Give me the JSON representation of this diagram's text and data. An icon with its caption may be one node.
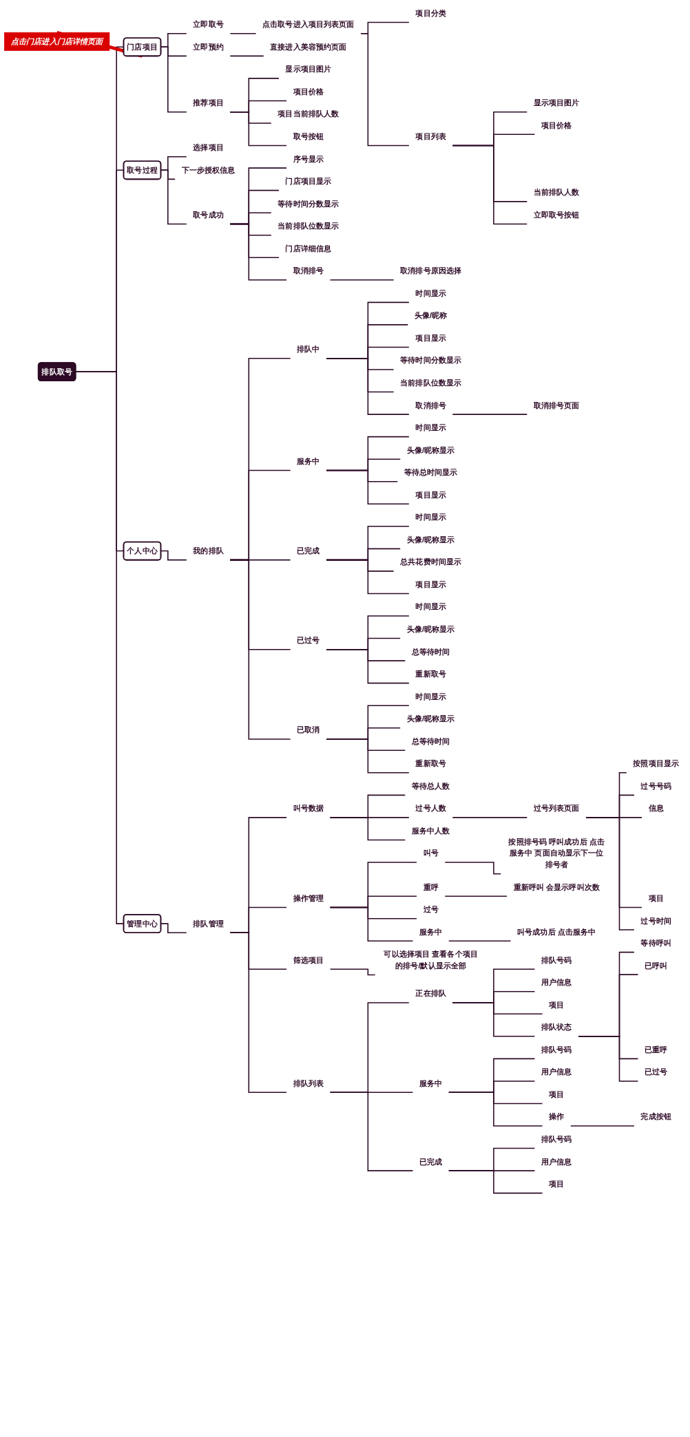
{
  "diagram": {
    "nodes": [
      {
        "text": [
          "排队取号"
        ]
      },
      {
        "text": [
          "门店项目"
        ]
      },
      {
        "text": [
          "点击门店进入门店详情页面"
        ]
      },
      {
        "text": [
          "立即取号"
        ]
      },
      {
        "text": [
          "点击取号进入项目列表页面"
        ]
      },
      {
        "text": [
          "项目分类"
        ]
      },
      {
        "text": [
          "项目列表"
        ]
      },
      {
        "text": [
          "显示项目图片"
        ]
      },
      {
        "text": [
          "项目价格"
        ]
      },
      {
        "text": [
          "当前排队人数"
        ]
      },
      {
        "text": [
          "立即取号按钮"
        ]
      },
      {
        "text": [
          "立即预约"
        ]
      },
      {
        "text": [
          "直接进入美容预约页面"
        ]
      },
      {
        "text": [
          "推荐项目"
        ]
      },
      {
        "text": [
          "显示项目图片"
        ]
      },
      {
        "text": [
          "项目价格"
        ]
      },
      {
        "text": [
          "项目当前排队人数"
        ]
      },
      {
        "text": [
          "取号按钮"
        ]
      },
      {
        "text": [
          "取号过程"
        ]
      },
      {
        "text": [
          "选择项目"
        ]
      },
      {
        "text": [
          "下一步授权信息"
        ]
      },
      {
        "text": [
          "取号成功"
        ]
      },
      {
        "text": [
          "序号显示"
        ]
      },
      {
        "text": [
          "门店项目显示"
        ]
      },
      {
        "text": [
          "等待时间分数显示"
        ]
      },
      {
        "text": [
          "当前排队位数显示"
        ]
      },
      {
        "text": [
          "门店详细信息"
        ]
      },
      {
        "text": [
          "取消排号"
        ]
      },
      {
        "text": [
          "取消排号原因选择"
        ]
      },
      {
        "text": [
          "个人中心"
        ]
      },
      {
        "text": [
          "我的排队"
        ]
      },
      {
        "text": [
          "排队中"
        ]
      },
      {
        "text": [
          "时间显示"
        ]
      },
      {
        "text": [
          "头像/昵称"
        ]
      },
      {
        "text": [
          "项目显示"
        ]
      },
      {
        "text": [
          "等待时间分数显示"
        ]
      },
      {
        "text": [
          "当前排队位数显示"
        ]
      },
      {
        "text": [
          "取消排号"
        ]
      },
      {
        "text": [
          "取消排号页面"
        ]
      },
      {
        "text": [
          "服务中"
        ]
      },
      {
        "text": [
          "时间显示"
        ]
      },
      {
        "text": [
          "头像/昵称显示"
        ]
      },
      {
        "text": [
          "等待总时间显示"
        ]
      },
      {
        "text": [
          "项目显示"
        ]
      },
      {
        "text": [
          "已完成"
        ]
      },
      {
        "text": [
          "时间显示"
        ]
      },
      {
        "text": [
          "头像/昵称显示"
        ]
      },
      {
        "text": [
          "总共花费时间显示"
        ]
      },
      {
        "text": [
          "项目显示"
        ]
      },
      {
        "text": [
          "已过号"
        ]
      },
      {
        "text": [
          "时间显示"
        ]
      },
      {
        "text": [
          "头像/昵称显示"
        ]
      },
      {
        "text": [
          "总等待时间"
        ]
      },
      {
        "text": [
          "重新取号"
        ]
      },
      {
        "text": [
          "已取消"
        ]
      },
      {
        "text": [
          "时间显示"
        ]
      },
      {
        "text": [
          "头像/昵称显示"
        ]
      },
      {
        "text": [
          "总等待时间"
        ]
      },
      {
        "text": [
          "重新取号"
        ]
      },
      {
        "text": [
          "管理中心"
        ]
      },
      {
        "text": [
          "排队管理"
        ]
      },
      {
        "text": [
          "叫号数据"
        ]
      },
      {
        "text": [
          "等待总人数"
        ]
      },
      {
        "text": [
          "过号人数"
        ]
      },
      {
        "text": [
          "过号列表页面"
        ]
      },
      {
        "text": [
          "按照项目显示"
        ]
      },
      {
        "text": [
          "过号号码"
        ]
      },
      {
        "text": [
          "信息"
        ]
      },
      {
        "text": [
          "项目"
        ]
      },
      {
        "text": [
          "过号时间"
        ]
      },
      {
        "text": [
          "服务中人数"
        ]
      },
      {
        "text": [
          "操作管理"
        ]
      },
      {
        "text": [
          "叫号"
        ]
      },
      {
        "text": [
          "按照排号码 呼叫成功后 点击服务中 页面自动显示下一位排号者"
        ]
      },
      {
        "text": [
          "重呼"
        ]
      },
      {
        "text": [
          "重新呼叫 会显示呼叫次数"
        ]
      },
      {
        "text": [
          "过号"
        ]
      },
      {
        "text": [
          "服务中"
        ]
      },
      {
        "text": [
          "叫号成功后 点击服务中"
        ]
      },
      {
        "text": [
          "筛选项目"
        ]
      },
      {
        "text": [
          "可以选择项目 查看各个项目的排号/默认显示全部"
        ]
      },
      {
        "text": [
          "排队列表"
        ]
      },
      {
        "text": [
          "正在排队"
        ]
      },
      {
        "text": [
          "排队号码"
        ]
      },
      {
        "text": [
          "用户信息"
        ]
      },
      {
        "text": [
          "项目"
        ]
      },
      {
        "text": [
          "排队状态"
        ]
      },
      {
        "text": [
          "等待呼叫"
        ]
      },
      {
        "text": [
          "已呼叫"
        ]
      },
      {
        "text": [
          "已重呼"
        ]
      },
      {
        "text": [
          "已过号"
        ]
      },
      {
        "text": [
          "服务中"
        ]
      },
      {
        "text": [
          "排队号码"
        ]
      },
      {
        "text": [
          "用户信息"
        ]
      },
      {
        "text": [
          "项目"
        ]
      },
      {
        "text": [
          "操作"
        ]
      },
      {
        "text": [
          "完成按钮"
        ]
      },
      {
        "text": [
          "已完成"
        ]
      },
      {
        "text": [
          "排队号码"
        ]
      },
      {
        "text": [
          "用户信息"
        ]
      },
      {
        "text": [
          "项目"
        ]
      }
    ],
    "edges": [
      {
        "from": 0,
        "to": 1,
        "arrow": "none"
      },
      {
        "from": 2,
        "to": 1,
        "arrow": "none",
        "style": "thick",
        "color": "#d90000"
      },
      {
        "from": 1,
        "to": 3,
        "arrow": "none"
      },
      {
        "from": 3,
        "to": 4,
        "arrow": "none"
      },
      {
        "from": 4,
        "to": 5,
        "arrow": "none"
      },
      {
        "from": 4,
        "to": 6,
        "arrow": "none"
      },
      {
        "from": 6,
        "to": 7,
        "arrow": "none"
      },
      {
        "from": 6,
        "to": 8,
        "arrow": "none"
      },
      {
        "from": 6,
        "to": 9,
        "arrow": "none"
      },
      {
        "from": 6,
        "to": 10,
        "arrow": "none"
      },
      {
        "from": 1,
        "to": 11,
        "arrow": "none"
      },
      {
        "from": 11,
        "to": 12,
        "arrow": "none"
      },
      {
        "from": 1,
        "to": 13,
        "arrow": "none"
      },
      {
        "from": 13,
        "to": 14,
        "arrow": "none"
      },
      {
        "from": 13,
        "to": 15,
        "arrow": "none"
      },
      {
        "from": 13,
        "to": 16,
        "arrow": "none"
      },
      {
        "from": 13,
        "to": 17,
        "arrow": "none"
      },
      {
        "from": 0,
        "to": 18,
        "arrow": "none"
      },
      {
        "from": 18,
        "to": 19,
        "arrow": "none"
      },
      {
        "from": 18,
        "to": 20,
        "arrow": "none"
      },
      {
        "from": 18,
        "to": 21,
        "arrow": "none"
      },
      {
        "from": 21,
        "to": 22,
        "arrow": "none"
      },
      {
        "from": 21,
        "to": 23,
        "arrow": "none"
      },
      {
        "from": 21,
        "to": 24,
        "arrow": "none"
      },
      {
        "from": 21,
        "to": 25,
        "arrow": "none"
      },
      {
        "from": 21,
        "to": 26,
        "arrow": "none"
      },
      {
        "from": 21,
        "to": 27,
        "arrow": "none"
      },
      {
        "from": 27,
        "to": 28,
        "arrow": "none"
      },
      {
        "from": 0,
        "to": 29,
        "arrow": "none"
      },
      {
        "from": 29,
        "to": 30,
        "arrow": "none"
      },
      {
        "from": 30,
        "to": 31,
        "arrow": "none"
      },
      {
        "from": 31,
        "to": 32,
        "arrow": "none"
      },
      {
        "from": 31,
        "to": 33,
        "arrow": "none"
      },
      {
        "from": 31,
        "to": 34,
        "arrow": "none"
      },
      {
        "from": 31,
        "to": 35,
        "arrow": "none"
      },
      {
        "from": 31,
        "to": 36,
        "arrow": "none"
      },
      {
        "from": 31,
        "to": 37,
        "arrow": "none"
      },
      {
        "from": 37,
        "to": 38,
        "arrow": "none"
      },
      {
        "from": 30,
        "to": 39,
        "arrow": "none"
      },
      {
        "from": 39,
        "to": 40,
        "arrow": "none"
      },
      {
        "from": 39,
        "to": 41,
        "arrow": "none"
      },
      {
        "from": 39,
        "to": 42,
        "arrow": "none"
      },
      {
        "from": 39,
        "to": 43,
        "arrow": "none"
      },
      {
        "from": 30,
        "to": 44,
        "arrow": "none"
      },
      {
        "from": 44,
        "to": 45,
        "arrow": "none"
      },
      {
        "from": 44,
        "to": 46,
        "arrow": "none"
      },
      {
        "from": 44,
        "to": 47,
        "arrow": "none"
      },
      {
        "from": 44,
        "to": 48,
        "arrow": "none"
      },
      {
        "from": 30,
        "to": 49,
        "arrow": "none"
      },
      {
        "from": 49,
        "to": 50,
        "arrow": "none"
      },
      {
        "from": 49,
        "to": 51,
        "arrow": "none"
      },
      {
        "from": 49,
        "to": 52,
        "arrow": "none"
      },
      {
        "from": 49,
        "to": 53,
        "arrow": "none"
      },
      {
        "from": 30,
        "to": 54,
        "arrow": "none"
      },
      {
        "from": 54,
        "to": 55,
        "arrow": "none"
      },
      {
        "from": 54,
        "to": 56,
        "arrow": "none"
      },
      {
        "from": 54,
        "to": 57,
        "arrow": "none"
      },
      {
        "from": 54,
        "to": 58,
        "arrow": "none"
      },
      {
        "from": 0,
        "to": 59,
        "arrow": "none"
      },
      {
        "from": 59,
        "to": 60,
        "arrow": "none"
      },
      {
        "from": 60,
        "to": 61,
        "arrow": "none"
      },
      {
        "from": 61,
        "to": 62,
        "arrow": "none"
      },
      {
        "from": 61,
        "to": 63,
        "arrow": "none"
      },
      {
        "from": 63,
        "to": 64,
        "arrow": "none"
      },
      {
        "from": 64,
        "to": 65,
        "arrow": "none"
      },
      {
        "from": 64,
        "to": 66,
        "arrow": "none"
      },
      {
        "from": 64,
        "to": 67,
        "arrow": "none"
      },
      {
        "from": 64,
        "to": 68,
        "arrow": "none"
      },
      {
        "from": 64,
        "to": 69,
        "arrow": "none"
      },
      {
        "from": 61,
        "to": 70,
        "arrow": "none"
      },
      {
        "from": 60,
        "to": 71,
        "arrow": "none"
      },
      {
        "from": 71,
        "to": 72,
        "arrow": "none"
      },
      {
        "from": 72,
        "to": 73,
        "arrow": "none"
      },
      {
        "from": 71,
        "to": 74,
        "arrow": "none"
      },
      {
        "from": 74,
        "to": 75,
        "arrow": "none"
      },
      {
        "from": 71,
        "to": 76,
        "arrow": "none"
      },
      {
        "from": 71,
        "to": 77,
        "arrow": "none"
      },
      {
        "from": 77,
        "to": 78,
        "arrow": "none"
      },
      {
        "from": 60,
        "to": 79,
        "arrow": "none"
      },
      {
        "from": 79,
        "to": 80,
        "arrow": "none"
      },
      {
        "from": 60,
        "to": 81,
        "arrow": "none"
      },
      {
        "from": 81,
        "to": 82,
        "arrow": "none"
      },
      {
        "from": 82,
        "to": 83,
        "arrow": "none"
      },
      {
        "from": 82,
        "to": 84,
        "arrow": "none"
      },
      {
        "from": 82,
        "to": 85,
        "arrow": "none"
      },
      {
        "from": 82,
        "to": 86,
        "arrow": "none"
      },
      {
        "from": 86,
        "to": 87,
        "arrow": "none"
      },
      {
        "from": 86,
        "to": 88,
        "arrow": "none"
      },
      {
        "from": 86,
        "to": 89,
        "arrow": "none"
      },
      {
        "from": 86,
        "to": 90,
        "arrow": "none"
      },
      {
        "from": 81,
        "to": 91,
        "arrow": "none"
      },
      {
        "from": 91,
        "to": 92,
        "arrow": "none"
      },
      {
        "from": 91,
        "to": 93,
        "arrow": "none"
      },
      {
        "from": 91,
        "to": 94,
        "arrow": "none"
      },
      {
        "from": 91,
        "to": 95,
        "arrow": "none"
      },
      {
        "from": 95,
        "to": 96,
        "arrow": "none"
      },
      {
        "from": 81,
        "to": 97,
        "arrow": "none"
      },
      {
        "from": 97,
        "to": 98,
        "arrow": "none"
      },
      {
        "from": 97,
        "to": 99,
        "arrow": "none"
      },
      {
        "from": 97,
        "to": 100,
        "arrow": "none"
      }
    ]
  }
}
